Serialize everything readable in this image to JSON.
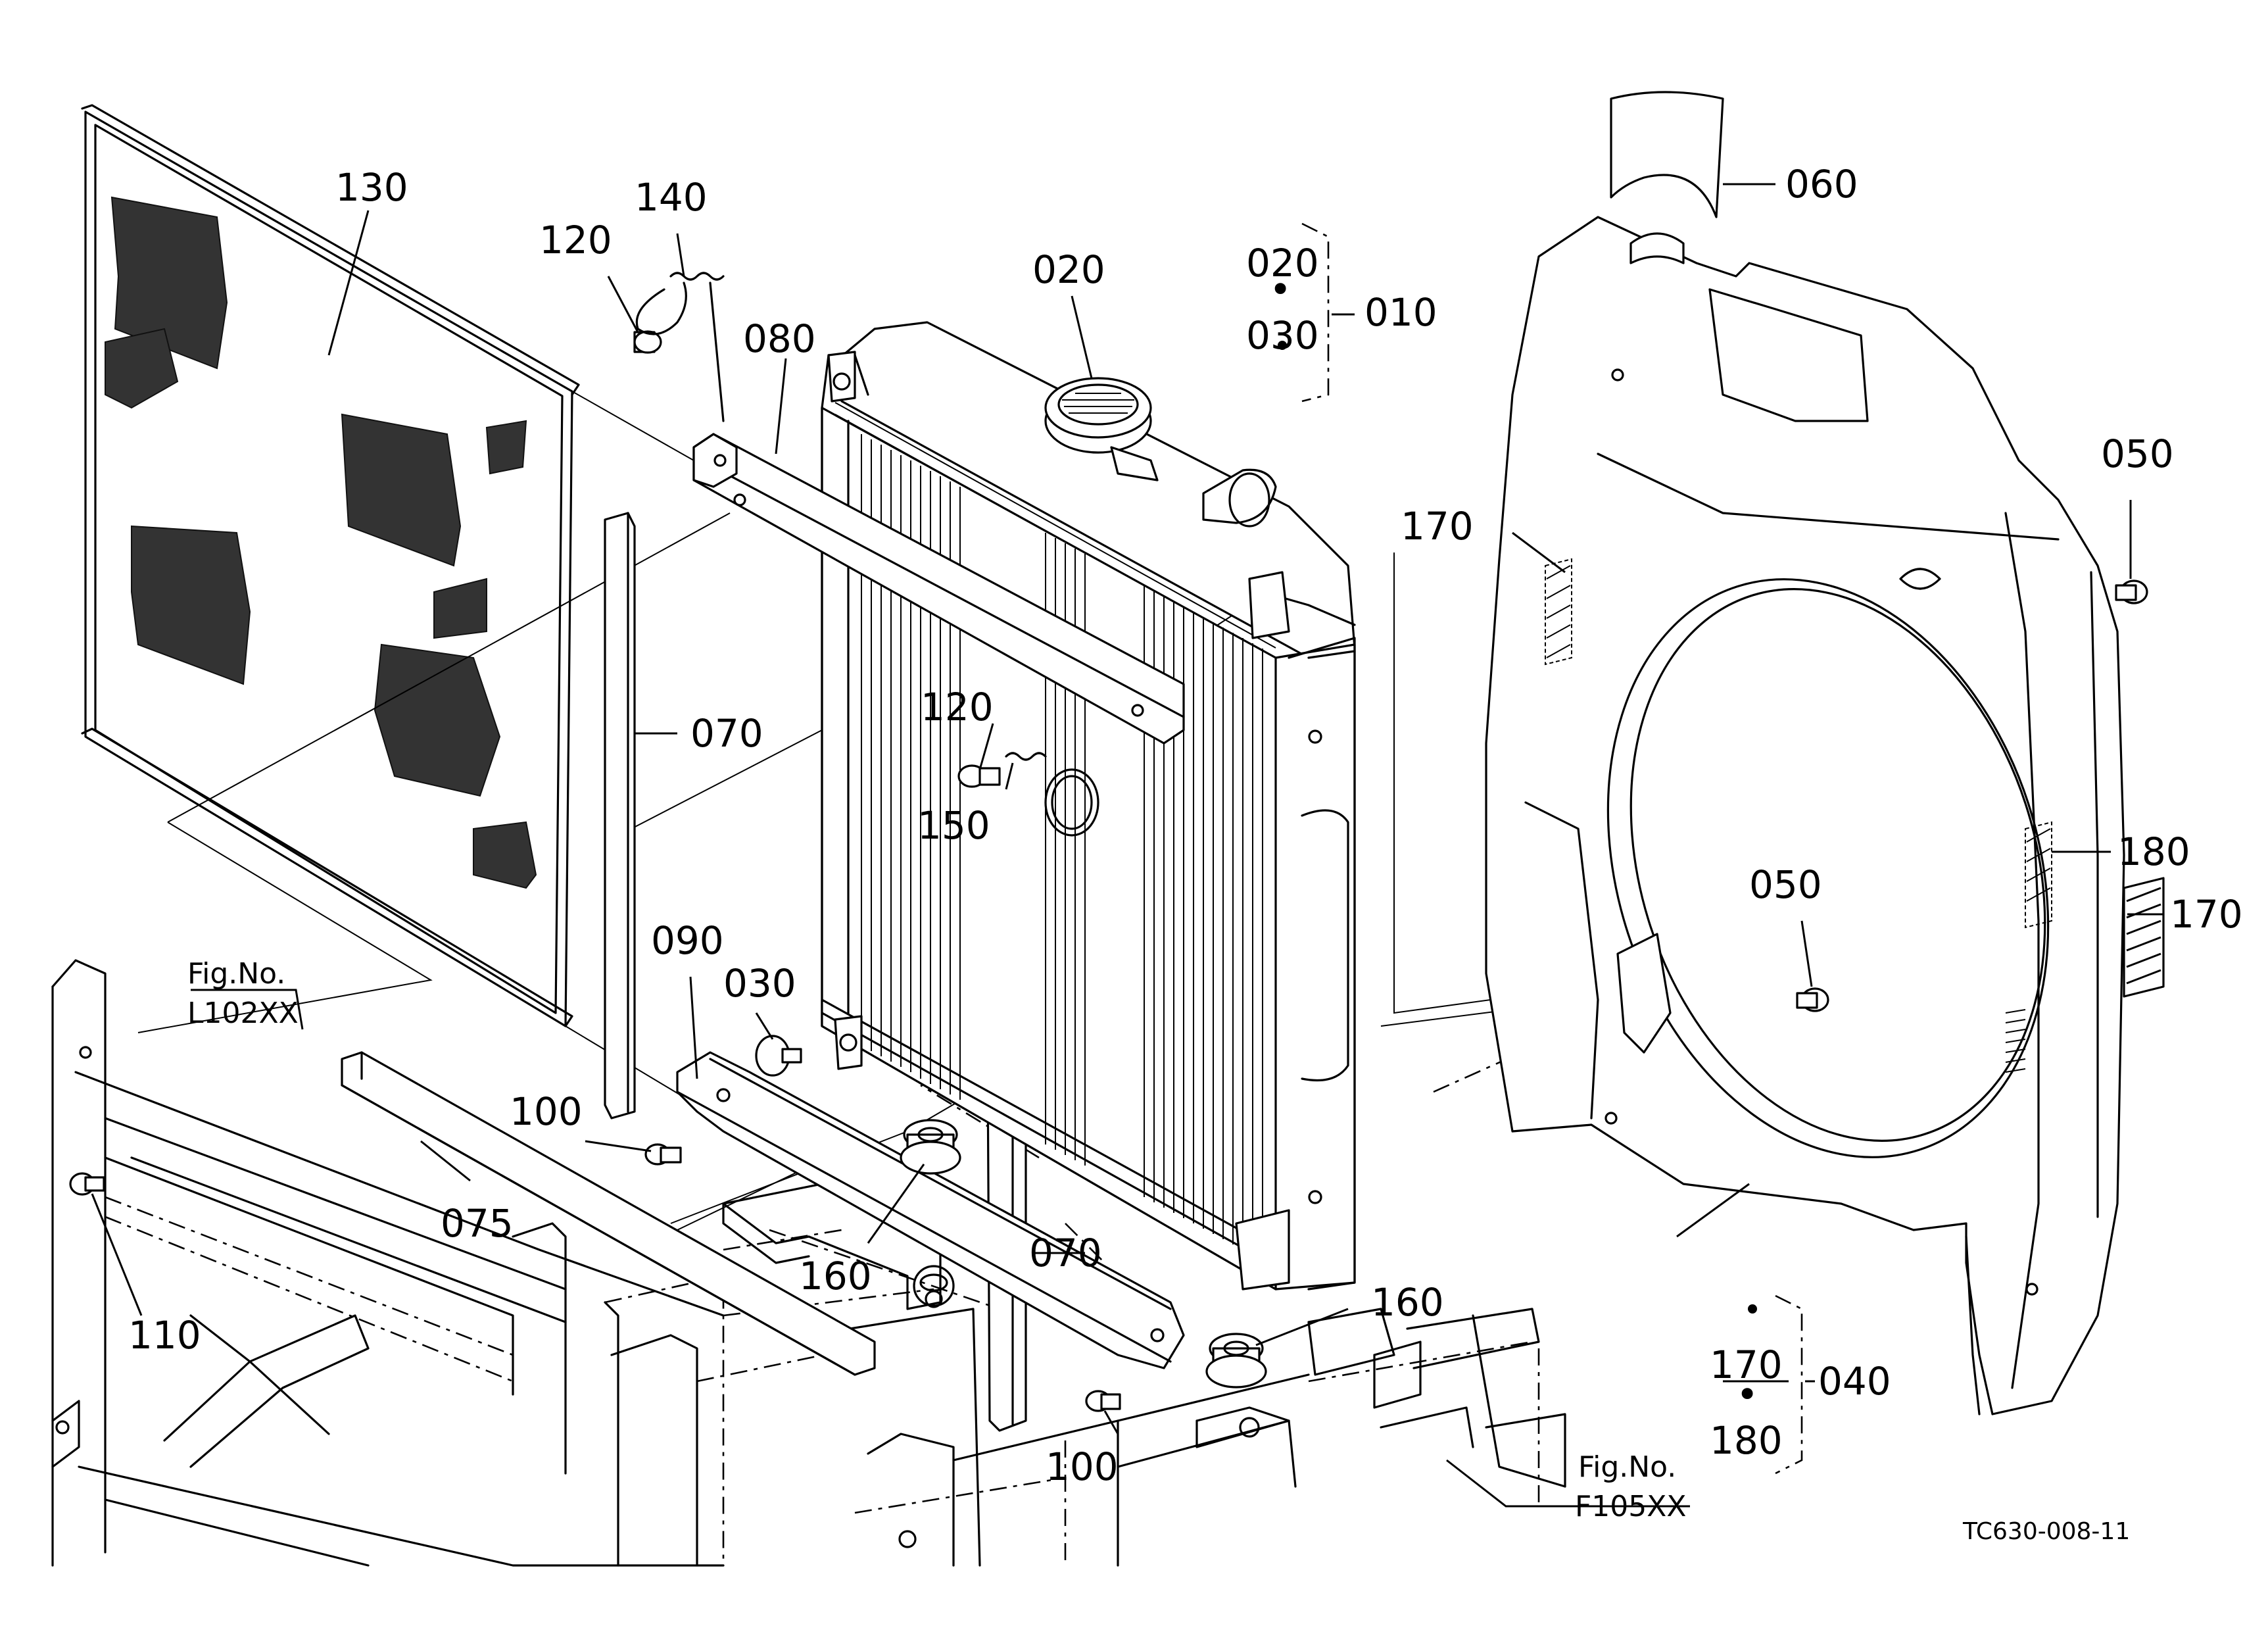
{
  "callouts": {
    "c130": "130",
    "c140": "140",
    "c120a": "120",
    "c080": "080",
    "c020a": "020",
    "c020b": "020",
    "c030b": "030",
    "c010": "010",
    "c060": "060",
    "c050a": "050",
    "c050b": "050",
    "c170a": "170",
    "c170b": "170",
    "c170c": "170",
    "c180a": "180",
    "c180b": "180",
    "c040": "040",
    "c070a": "070",
    "c070b": "070",
    "c120b": "120",
    "c150": "150",
    "c090": "090",
    "c030a": "030",
    "c100a": "100",
    "c100b": "100",
    "c075": "075",
    "c160a": "160",
    "c160b": "160",
    "c110": "110"
  },
  "dots": {
    "d1": "•",
    "d2": "•"
  },
  "references": {
    "left_fig": "Fig.No.",
    "left_num": "L102XX",
    "right_fig": "Fig.No.",
    "right_num": "F105XX"
  },
  "drawing_code": "TC630-008-11"
}
